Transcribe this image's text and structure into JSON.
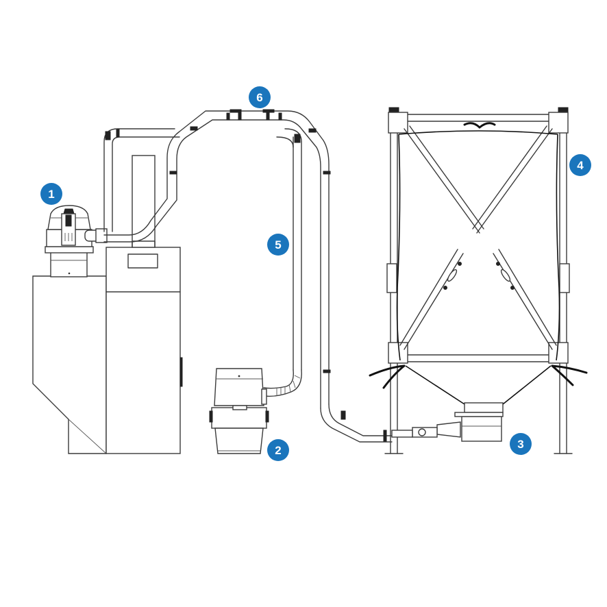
{
  "colors": {
    "marker": "#1a75bc",
    "marker_text": "#ffffff",
    "line": "#3a3a3a"
  },
  "markers": [
    {
      "id": "1",
      "label": "1"
    },
    {
      "id": "2",
      "label": "2"
    },
    {
      "id": "3",
      "label": "3"
    },
    {
      "id": "4",
      "label": "4"
    },
    {
      "id": "5",
      "label": "5"
    },
    {
      "id": "6",
      "label": "6"
    }
  ]
}
